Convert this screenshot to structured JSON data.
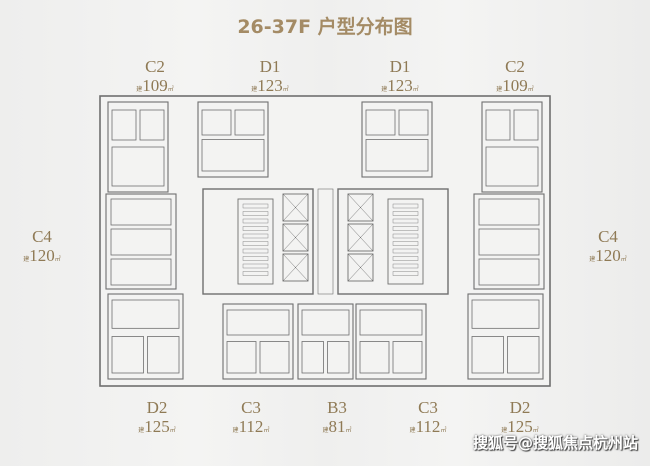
{
  "title": "26-37F 户型分布图",
  "units": {
    "top": [
      {
        "code": "C2",
        "area": "109"
      },
      {
        "code": "D1",
        "area": "123"
      },
      {
        "code": "D1",
        "area": "123"
      },
      {
        "code": "C2",
        "area": "109"
      }
    ],
    "side": [
      {
        "code": "C4",
        "area": "120"
      },
      {
        "code": "C4",
        "area": "120"
      }
    ],
    "bottom": [
      {
        "code": "D2",
        "area": "125"
      },
      {
        "code": "C3",
        "area": "112"
      },
      {
        "code": "B3",
        "area": "81"
      },
      {
        "code": "C3",
        "area": "112"
      },
      {
        "code": "D2",
        "area": "125"
      }
    ]
  },
  "area_prefix": "建",
  "area_unit": "㎡",
  "watermark": "搜狐号@搜狐焦点杭州站",
  "colors": {
    "accent": "#a48b65",
    "line": "#6f6f6f"
  }
}
